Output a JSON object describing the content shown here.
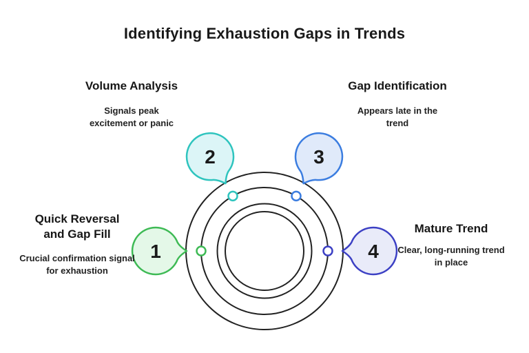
{
  "title": "Identifying Exhaustion Gaps in Trends",
  "colors": {
    "background": "#ffffff",
    "ring_stroke": "#212121",
    "number_text": "#1a1a1a"
  },
  "diagram": {
    "nodes": [
      {
        "number": "1",
        "title": "Quick Reversal and Gap Fill",
        "description": "Crucial confirmation signal for exhaustion",
        "accent": "#3eba55",
        "fill": "#e4f8e8"
      },
      {
        "number": "2",
        "title": "Volume Analysis",
        "description": "Signals peak excitement or panic",
        "accent": "#2ec4be",
        "fill": "#dcf5f7"
      },
      {
        "number": "3",
        "title": "Gap Identification",
        "description": "Appears late in the trend",
        "accent": "#3b7de0",
        "fill": "#e0eafa"
      },
      {
        "number": "4",
        "title": "Mature Trend",
        "description": "Clear, long-running trend in place",
        "accent": "#3c40c4",
        "fill": "#e9ebf9"
      }
    ]
  }
}
